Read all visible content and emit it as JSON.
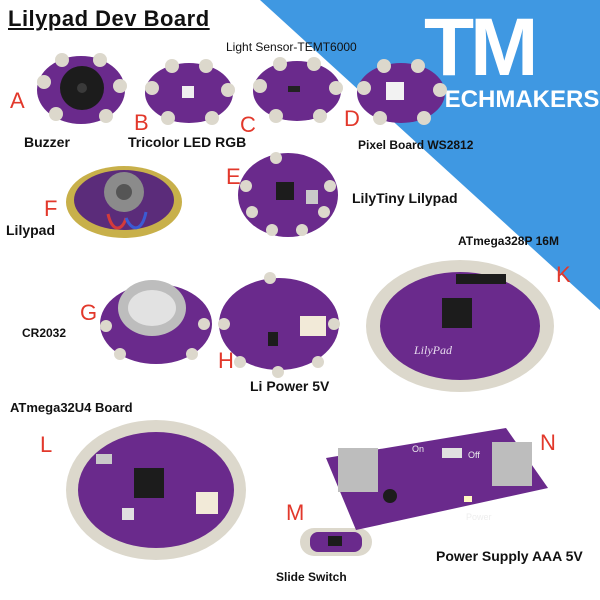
{
  "title": "Lilypad Dev Board",
  "brand": {
    "mark": "TM",
    "name": "TECHMAKERS"
  },
  "colors": {
    "board": "#6a2a8c",
    "pad": "#dcd8cc",
    "accent_letter": "#e2382b",
    "banner": "#2f8fe0"
  },
  "items": {
    "A": {
      "letter": "A",
      "label": "Buzzer"
    },
    "B": {
      "letter": "B",
      "label": "Tricolor LED RGB"
    },
    "C": {
      "letter": "C",
      "label": "Light Sensor-TEMT6000"
    },
    "D": {
      "letter": "D",
      "label": "Pixel Board WS2812"
    },
    "E": {
      "letter": "E",
      "label": "LilyTiny Lilypad"
    },
    "F": {
      "letter": "F",
      "label": "Lilypad"
    },
    "G": {
      "letter": "G",
      "label": "CR2032"
    },
    "H": {
      "letter": "H",
      "label": "Li Power 5V"
    },
    "K": {
      "letter": "K",
      "label": "ATmega328P 16M"
    },
    "L": {
      "letter": "L",
      "label": "ATmega32U4 Board"
    },
    "M": {
      "letter": "M",
      "label": "Slide Switch"
    },
    "N": {
      "letter": "N",
      "label": "Power Supply AAA 5V"
    }
  },
  "board_text": {
    "on": "On",
    "off": "Off",
    "power": "Power",
    "lilypad": "LilyPad"
  }
}
